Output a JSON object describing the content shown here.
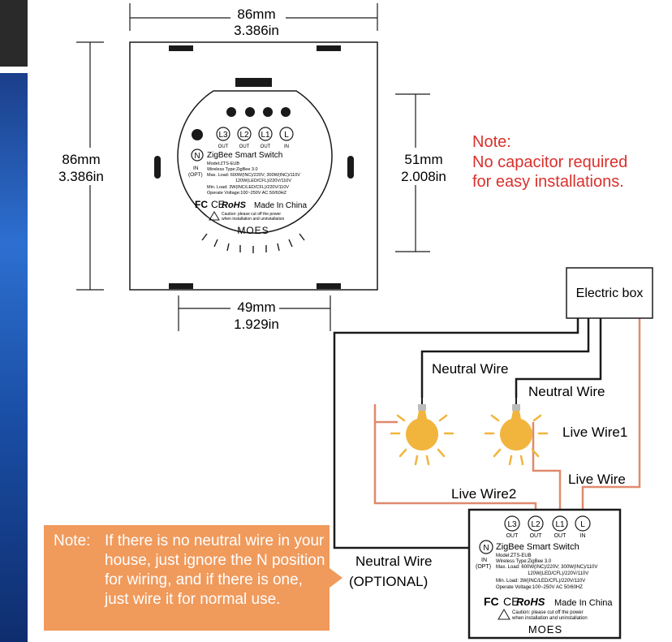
{
  "dimensions": {
    "top_width_mm": "86mm",
    "top_width_in": "3.386in",
    "left_height_mm": "86mm",
    "left_height_in": "3.386in",
    "right_height_mm": "51mm",
    "right_height_in": "2.008in",
    "bottom_width_mm": "49mm",
    "bottom_width_in": "1.929in"
  },
  "capacitor_note": {
    "line1": "Note:",
    "line2": "No capacitor required",
    "line3": "for easy installations.",
    "color": "#d9302c"
  },
  "switch_label": {
    "terminals": [
      "L3",
      "L2",
      "L1",
      "L"
    ],
    "terminal_captions": [
      "OUT",
      "OUT",
      "OUT",
      "IN"
    ],
    "neutral_symbol": "N",
    "product": "ZigBee Smart Switch",
    "model": "Model:ZTS-EUB",
    "in_label": "IN",
    "opt_label": "(OPT)",
    "wireless": "Wireless Type:ZigBee 3.0",
    "max_load_1": "Max. Load: 600W(INC)/220V; 300W(INC)/110V",
    "max_load_2": "120W(LED/CFL)/220V/110V",
    "min_load": "Min. Load: 3W(INC/LED/CFL)/220V/110V",
    "voltage": "Operate Voltage:100~250V AC 50/60HZ",
    "fc": "FC",
    "ce": "CE",
    "rohs": "RoHS",
    "made_in": "Made In China",
    "caution_1": "Caution: please cut off the power",
    "caution_2": "when installation and uninstallation",
    "brand": "MOES"
  },
  "wiring": {
    "electric_box": "Electric box",
    "neutral_wire_1": "Neutral Wire",
    "neutral_wire_2": "Neutral Wire",
    "live_wire_1": "Live Wire1",
    "live_wire": "Live Wire",
    "live_wire_2": "Live Wire2",
    "neutral_optional_1": "Neutral Wire",
    "neutral_optional_2": "(OPTIONAL)",
    "wire_black": "#1a1a1a",
    "wire_live": "#e08a6e",
    "bulb_color": "#f1b53e"
  },
  "neutral_note": {
    "lead": "Note:",
    "text": "If there is no neutral wire in your house, just ignore the N position for wiring, and if there is one, just wire it for normal use.",
    "color": "#f09a5c"
  }
}
